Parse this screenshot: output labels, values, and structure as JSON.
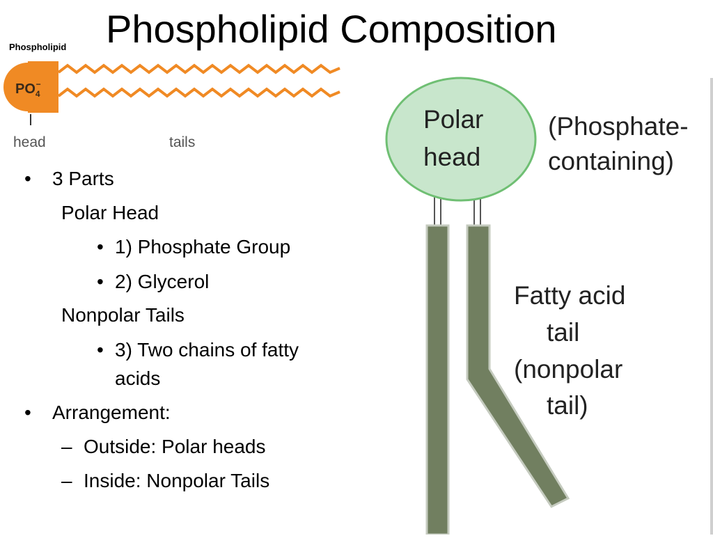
{
  "slide": {
    "title": "Phospholipid Composition"
  },
  "mini_diagram": {
    "label": "Phospholipid",
    "head_text": "PO",
    "head_sub": "4",
    "head_sup": "−",
    "head_caption": "head",
    "tails_caption": "tails",
    "head_color": "#f08a24",
    "tail_color": "#f08a24"
  },
  "bullets": [
    {
      "marker": "•",
      "text": "3 Parts"
    },
    {
      "marker": "",
      "text": "Polar Head"
    },
    {
      "marker": "•",
      "text": "1) Phosphate Group"
    },
    {
      "marker": "•",
      "text": "2) Glycerol"
    },
    {
      "marker": "",
      "text": "Nonpolar Tails"
    },
    {
      "marker": "•",
      "text": "3) Two chains of fatty"
    },
    {
      "marker": "",
      "text": "acids"
    },
    {
      "marker": "•",
      "text": "Arrangement:"
    },
    {
      "marker": "–",
      "text": "Outside: Polar heads"
    },
    {
      "marker": "–",
      "text": "Inside: Nonpolar Tails"
    }
  ],
  "diagram": {
    "head_line1": "Polar",
    "head_line2": "head",
    "head_note_line1": "(Phosphate-",
    "head_note_line2": "containing)",
    "tail_line1": "Fatty acid",
    "tail_line2": "tail",
    "tail_line3": "(nonpolar",
    "tail_line4": "tail)",
    "head_fill": "#c8e6cc",
    "head_stroke": "#6fbf73",
    "tail_fill": "#717f60",
    "tail_stroke": "#c5cbbf"
  }
}
